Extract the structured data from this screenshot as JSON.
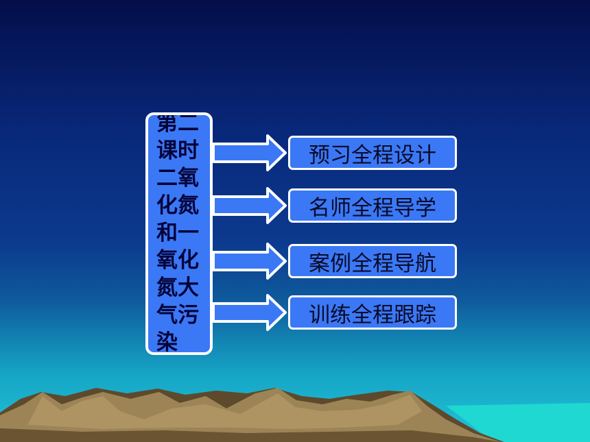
{
  "title": "第二课时二氧化氮和一氧化氮大气污染",
  "menu": [
    {
      "label": "预习全程设计"
    },
    {
      "label": "名师全程导学"
    },
    {
      "label": "案例全程导航"
    },
    {
      "label": "训练全程跟踪"
    }
  ],
  "colors": {
    "box_fill": "#3b78f5",
    "box_border": "#ffffff",
    "title_text": "#04043a",
    "sea": "#22d6d6"
  }
}
